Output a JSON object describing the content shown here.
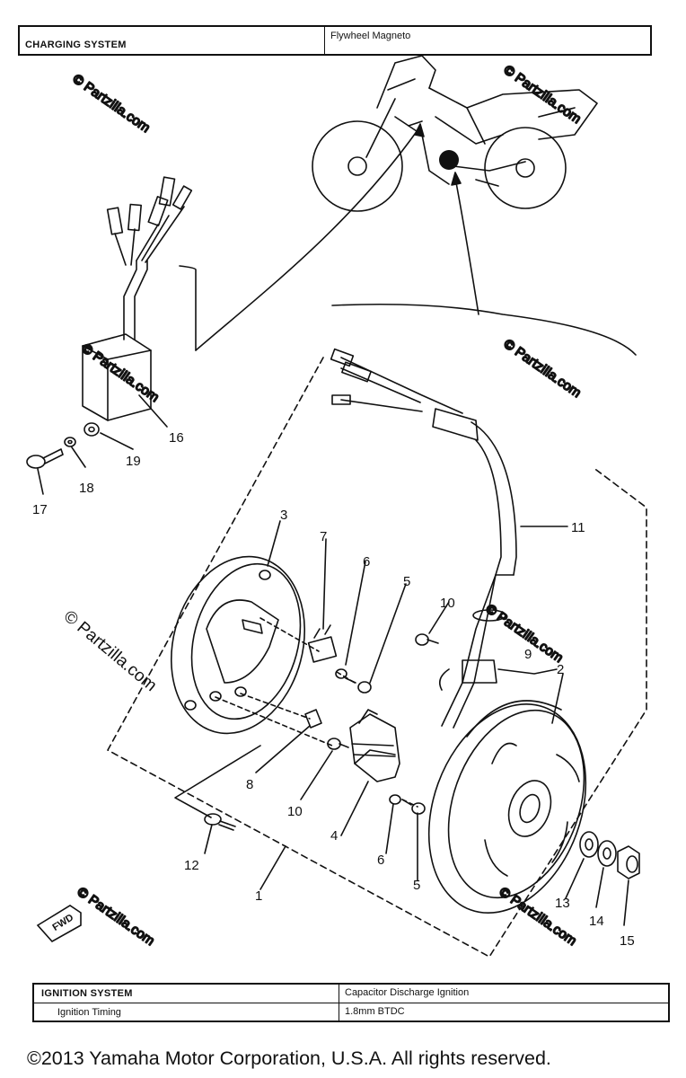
{
  "header": {
    "system_label": "CHARGING SYSTEM",
    "system_value": "Flywheel Magneto"
  },
  "ignition": {
    "system_label": "IGNITION SYSTEM",
    "system_value": "Capacitor Discharge Ignition",
    "timing_label": "Ignition Timing",
    "timing_value": "1.8mm BTDC"
  },
  "callouts": {
    "n1": "1",
    "n2": "2",
    "n3": "3",
    "n4": "4",
    "n5a": "5",
    "n5b": "5",
    "n6a": "6",
    "n6b": "6",
    "n7": "7",
    "n8": "8",
    "n9": "9",
    "n10a": "10",
    "n10b": "10",
    "n11": "11",
    "n12": "12",
    "n13": "13",
    "n14": "14",
    "n15": "15",
    "n16": "16",
    "n17": "17",
    "n18": "18",
    "n19": "19"
  },
  "watermark": {
    "main": "© Partzilla.com",
    "faint": "© Partzilla.com"
  },
  "fwd_label": "FWD",
  "copyright": "©2013  Yamaha Motor Corporation, U.S.A. All rights reserved."
}
